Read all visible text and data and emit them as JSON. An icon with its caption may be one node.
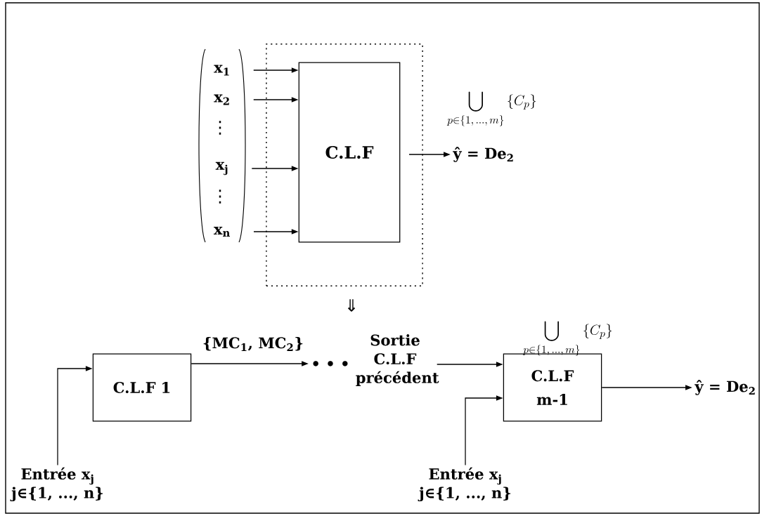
{
  "diagram": {
    "nodes": [
      {
        "text": [],
        "shape": "box"
      },
      {
        "text": [
          "C.L.F"
        ],
        "in": 0
      },
      {
        "text": [
          "x$_{1}$"
        ]
      },
      {
        "text": [
          "x$_{2}$"
        ]
      },
      {
        "text": [
          "x$_{j}$"
        ]
      },
      {
        "text": [
          "x$_{n}$"
        ]
      },
      {
        "text": [
          "ŷ = De$_{2}$"
        ]
      },
      {
        "text": [
          "C.L.F 1"
        ]
      },
      {
        "text": [
          "• • •"
        ]
      },
      {
        "text": [
          "Sortie C.L.F précédent"
        ]
      },
      {
        "text": [
          "C.L.F m-1"
        ]
      },
      {
        "text": [
          "ŷ = De$_{2}$"
        ]
      },
      {
        "text": [
          "Entrée x$_{j}$",
          "j∈{1, ..., n}"
        ]
      },
      {
        "text": [
          "Entrée x$_{j}$",
          "j∈{1, ..., n}"
        ]
      }
    ],
    "edges": [
      {
        "from": 2,
        "to": 1,
        "arrow": "to"
      },
      {
        "from": 3,
        "to": 1,
        "arrow": "to"
      },
      {
        "from": 4,
        "to": 1,
        "arrow": "to"
      },
      {
        "from": 5,
        "to": 1,
        "arrow": "to"
      },
      {
        "from": 1,
        "to": 6,
        "arrow": "to"
      },
      {
        "from": 12,
        "to": 7,
        "arrow": "to"
      },
      {
        "from": 7,
        "to": 8,
        "arrow": "to",
        "label": "{MC$_{1}$, MC$_{2}$}"
      },
      {
        "from": 9,
        "to": 10,
        "arrow": "to"
      },
      {
        "from": 13,
        "to": 10,
        "arrow": "to"
      },
      {
        "from": 10,
        "to": 11,
        "arrow": "to"
      }
    ],
    "labels": [
      "\\bigcup_{p\\in\\{1,\\, \\ldots,\\, m\\}} \\left\\{ C_{p} \\right\\}",
      "⋮",
      "⋮",
      "⇓",
      "\\bigcup_{p\\in\\{1,\\, \\ldots,\\, m\\}} \\left\\{ C_{p} \\right\\}"
    ]
  }
}
